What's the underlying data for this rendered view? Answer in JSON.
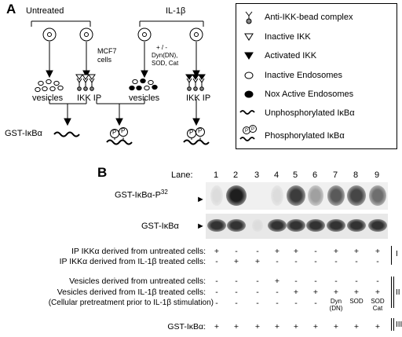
{
  "panelA": {
    "letter": "A",
    "untreated_label": "Untreated",
    "il1b_label": "IL-1β",
    "mcf7_label": "MCF7",
    "cells_label": "cells",
    "treatment_label_1": "+ / -",
    "treatment_label_2": "Dyn(DN),",
    "treatment_label_3": "SOD, Cat",
    "vesicles_label_1": "vesicles",
    "ikkip_label_1": "IKK IP",
    "vesicles_label_2": "vesicles",
    "ikkip_label_2": "IKK IP",
    "gst_label": "GST-IκBα",
    "phospho_symbol": "P"
  },
  "legend": {
    "items": [
      {
        "label": "Anti-IKK-bead complex",
        "icon": "bead-complex-icon"
      },
      {
        "label": "Inactive IKK",
        "icon": "open-triangle-icon"
      },
      {
        "label": "Activated IKK",
        "icon": "filled-triangle-icon"
      },
      {
        "label": "Inactive Endosomes",
        "icon": "open-oval-icon"
      },
      {
        "label": "Nox Active Endosomes",
        "icon": "filled-oval-icon"
      },
      {
        "label": "Unphosphorylated IκBα",
        "icon": "wavy-line-icon"
      },
      {
        "label": "Phosphorylated IκBα",
        "icon": "phospho-wavy-icon"
      }
    ]
  },
  "panelB": {
    "letter": "B",
    "lane_label": "Lane:",
    "lanes": [
      "1",
      "2",
      "3",
      "4",
      "5",
      "6",
      "7",
      "8",
      "9"
    ],
    "blot1_label": "GST-IκBα-P",
    "blot1_sup": "32",
    "blot2_label": "GST-IκBα",
    "blot1_intensity": [
      0.05,
      1.0,
      0.0,
      0.05,
      0.85,
      0.35,
      0.7,
      0.8,
      0.6
    ],
    "blot2_intensity": [
      0.9,
      0.9,
      0.05,
      0.9,
      0.9,
      0.9,
      0.9,
      0.9,
      0.9
    ],
    "rows": [
      {
        "label": "IP IKKα derived from untreated cells:",
        "values": [
          "+",
          "-",
          "-",
          "+",
          "+",
          "-",
          "+",
          "+",
          "+"
        ]
      },
      {
        "label": "IP IKKα derived from IL-1β treated cells:",
        "values": [
          "-",
          "+",
          "+",
          "-",
          "-",
          "-",
          "-",
          "-",
          "-"
        ]
      },
      {
        "label": "Vesicles derived from untreated cells:",
        "values": [
          "-",
          "-",
          "-",
          "+",
          "-",
          "-",
          "-",
          "-",
          "-"
        ]
      },
      {
        "label": "Vesicles derived from IL-1β treated cells:",
        "values": [
          "-",
          "-",
          "-",
          "-",
          "+",
          "+",
          "+",
          "+",
          "+"
        ]
      },
      {
        "label": "(Cellular pretreatment prior to IL-1β stimulation)",
        "values": [
          "-",
          "-",
          "-",
          "-",
          "-",
          "-",
          "Dyn (DN)",
          "SOD",
          "SOD Cat"
        ]
      },
      {
        "label": "GST-IκBα:",
        "values": [
          "+",
          "+",
          "+",
          "+",
          "+",
          "+",
          "+",
          "+",
          "+"
        ]
      }
    ],
    "groups": [
      "I",
      "II",
      "III"
    ]
  }
}
